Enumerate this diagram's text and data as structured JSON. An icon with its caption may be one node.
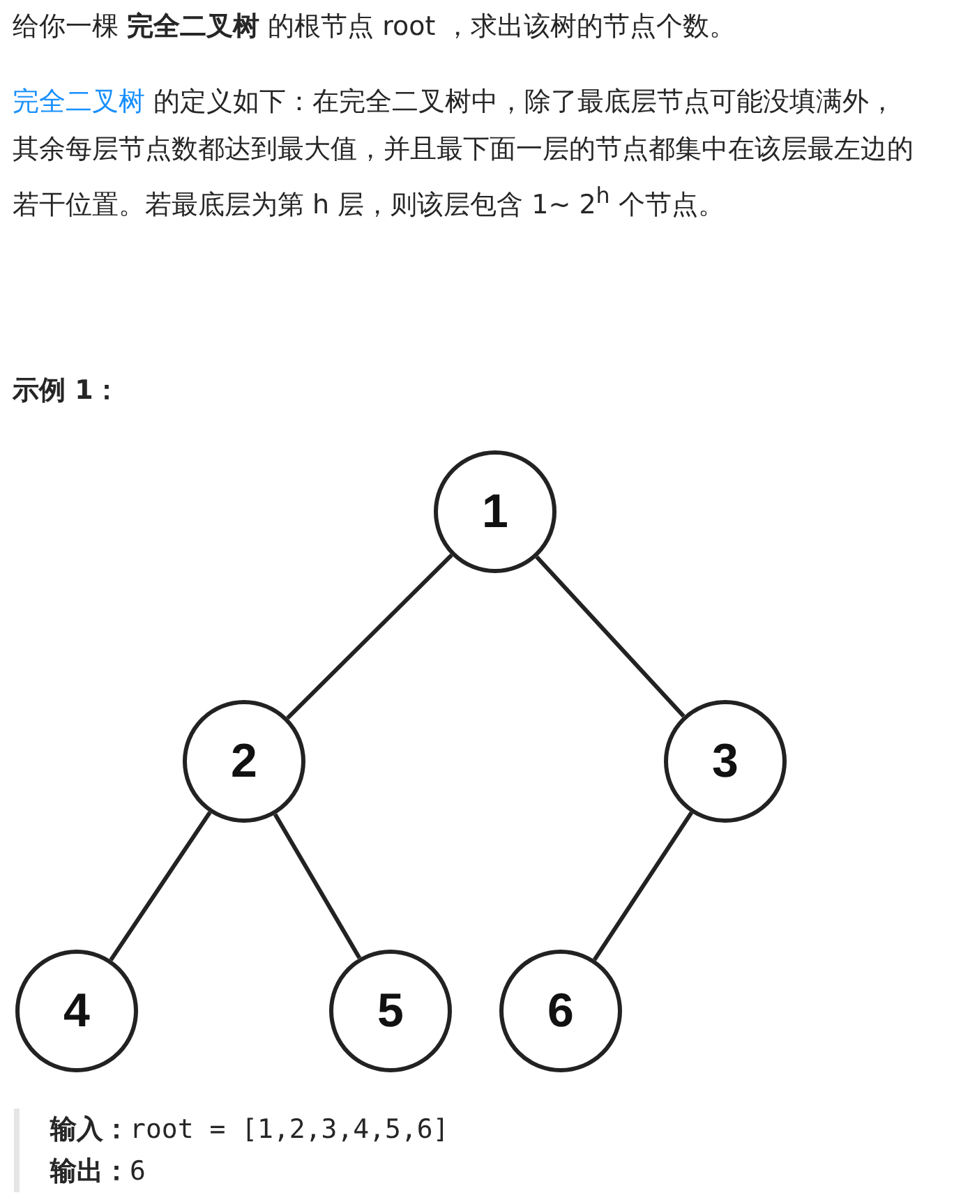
{
  "diagram": {
    "nodes": [
      {
        "text": [
          "1"
        ]
      },
      {
        "text": [
          "2"
        ]
      },
      {
        "text": [
          "3"
        ]
      },
      {
        "text": [
          "4"
        ]
      },
      {
        "text": [
          "5"
        ]
      },
      {
        "text": [
          "6"
        ]
      }
    ],
    "edges": [
      {
        "from": 0,
        "to": 1,
        "arrow": "none"
      },
      {
        "from": 0,
        "to": 2,
        "arrow": "none"
      },
      {
        "from": 1,
        "to": 3,
        "arrow": "none"
      },
      {
        "from": 1,
        "to": 4,
        "arrow": "none"
      },
      {
        "from": 2,
        "to": 5,
        "arrow": "none"
      }
    ],
    "labels": [
      "给你一棵 **完全二叉树** 的根节点 root ，求出该树的节点个数。",
      "完全二叉树",
      " 的定义如下：在完全二叉树中，除了最底层节点可能没填满外，其余每层节点数都达到最大值，并且最下面一层的节点都集中在该层最左边的若干位置。若最底层为第 h 层，则该层包含 1~ 2$^{h}$ 个节点。",
      "示例 1：",
      "**输入：**root = [1,2,3,4,5,6]",
      "**输出：**6"
    ]
  }
}
